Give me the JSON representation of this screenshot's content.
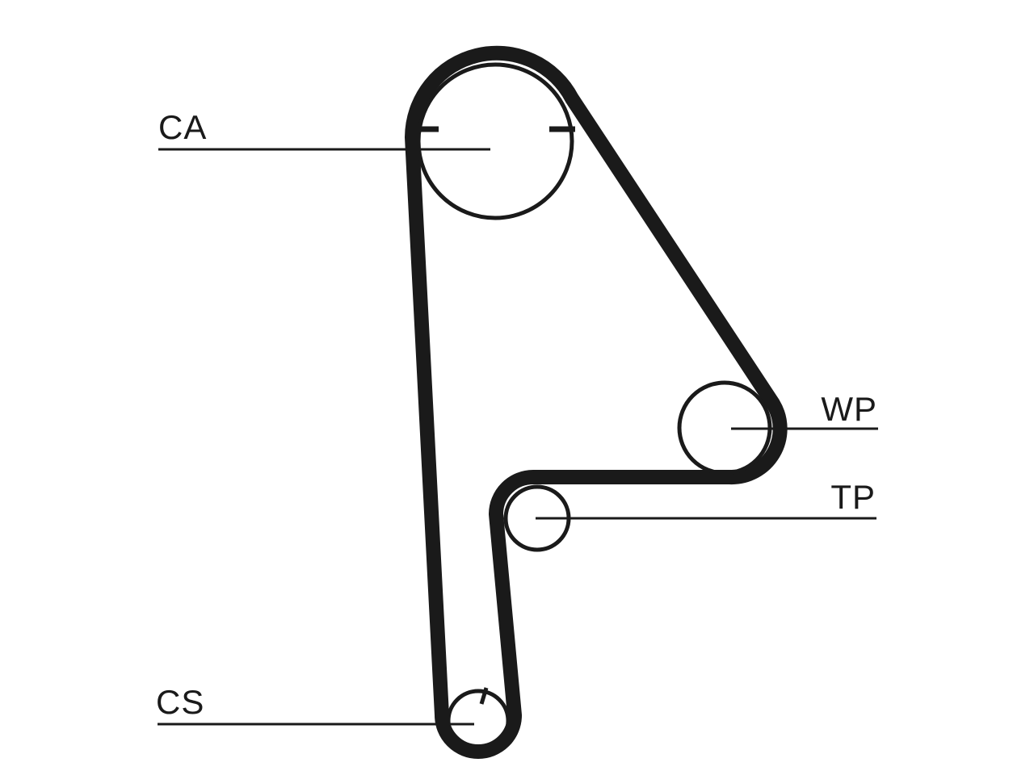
{
  "diagram": {
    "colors": {
      "ink": "#1a1a1a",
      "background": "#ffffff"
    },
    "labels": {
      "camshaft": "CA",
      "water_pump": "WP",
      "tensioner": "TP",
      "crankshaft": "CS"
    }
  }
}
